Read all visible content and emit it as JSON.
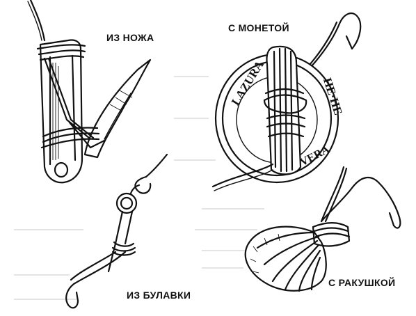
{
  "labels": {
    "knife": "ИЗ НОЖА",
    "coin": "С МОНЕТОЙ",
    "pin": "ИЗ БУЛАВКИ",
    "shell": "С РАКУШКОЙ"
  },
  "coin_inscription": {
    "left": "LAZURA",
    "right": "HE·HE",
    "bottom": "VERA"
  },
  "colors": {
    "ink": "#111111",
    "paper": "#ffffff"
  }
}
